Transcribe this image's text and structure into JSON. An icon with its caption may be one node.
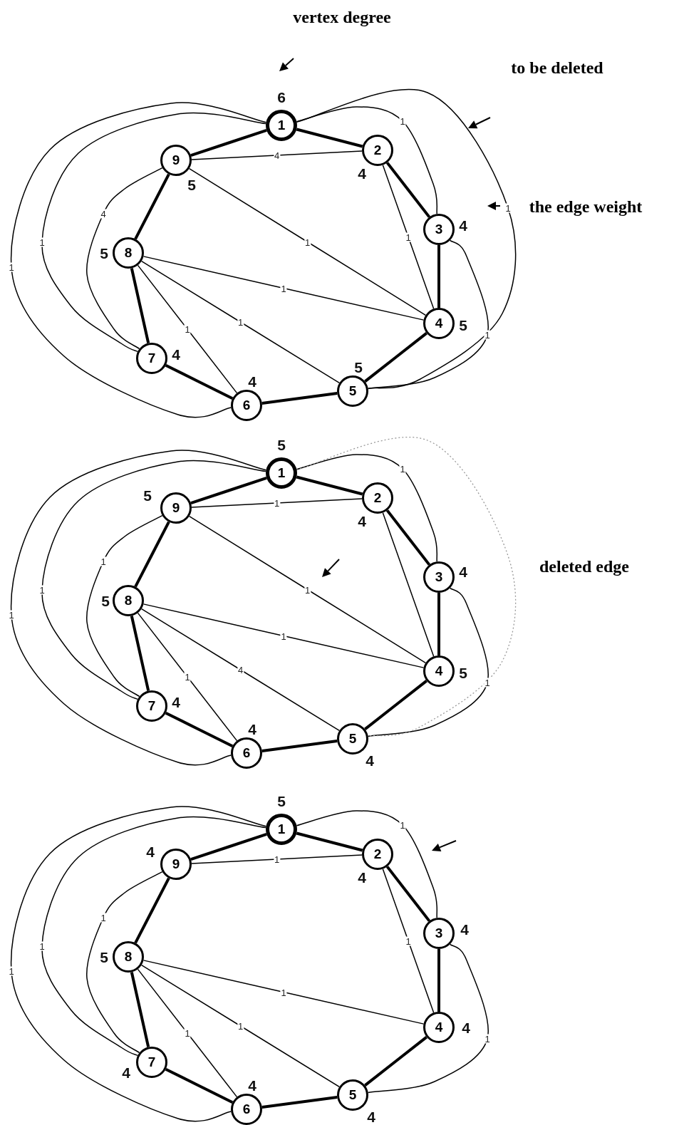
{
  "diagram": {
    "nodes": [
      {
        "text": [
          "1"
        ],
        "beside": [
          "6"
        ]
      },
      {
        "text": [
          "2"
        ],
        "beside": [
          "4"
        ]
      },
      {
        "text": [
          "3"
        ],
        "beside": [
          "4"
        ]
      },
      {
        "text": [
          "4"
        ],
        "beside": [
          "5"
        ]
      },
      {
        "text": [
          "5"
        ],
        "beside": [
          "5"
        ]
      },
      {
        "text": [
          "6"
        ],
        "beside": [
          "4"
        ]
      },
      {
        "text": [
          "7"
        ],
        "beside": [
          "4"
        ]
      },
      {
        "text": [
          "8"
        ],
        "beside": [
          "5"
        ]
      },
      {
        "text": [
          "9"
        ],
        "beside": [
          "5"
        ]
      },
      {
        "text": [
          "1"
        ],
        "beside": [
          "5"
        ]
      },
      {
        "text": [
          "2"
        ],
        "beside": [
          "4"
        ]
      },
      {
        "text": [
          "3"
        ],
        "beside": [
          "4"
        ]
      },
      {
        "text": [
          "4"
        ],
        "beside": [
          "5"
        ]
      },
      {
        "text": [
          "5"
        ],
        "beside": [
          "4"
        ]
      },
      {
        "text": [
          "6"
        ],
        "beside": [
          "4"
        ]
      },
      {
        "text": [
          "7"
        ],
        "beside": [
          "4"
        ]
      },
      {
        "text": [
          "8"
        ],
        "beside": [
          "5"
        ]
      },
      {
        "text": [
          "9"
        ],
        "beside": [
          "5"
        ]
      },
      {
        "text": [
          "1"
        ],
        "beside": [
          "5"
        ]
      },
      {
        "text": [
          "2"
        ],
        "beside": [
          "4"
        ]
      },
      {
        "text": [
          "3"
        ],
        "beside": [
          "4"
        ]
      },
      {
        "text": [
          "4"
        ],
        "beside": [
          "4"
        ]
      },
      {
        "text": [
          "5"
        ],
        "beside": [
          "4"
        ]
      },
      {
        "text": [
          "6"
        ],
        "beside": [
          "4"
        ]
      },
      {
        "text": [
          "7"
        ],
        "beside": [
          "4"
        ]
      },
      {
        "text": [
          "8"
        ],
        "beside": [
          "5"
        ]
      },
      {
        "text": [
          "9"
        ],
        "beside": [
          "4"
        ]
      }
    ],
    "edges": [
      {
        "from": 0,
        "to": 1,
        "arrow": "none",
        "style": "thick"
      },
      {
        "from": 1,
        "to": 2,
        "arrow": "none",
        "style": "thick"
      },
      {
        "from": 2,
        "to": 3,
        "arrow": "none",
        "style": "thick"
      },
      {
        "from": 3,
        "to": 4,
        "arrow": "none",
        "style": "thick"
      },
      {
        "from": 4,
        "to": 5,
        "arrow": "none",
        "style": "thick"
      },
      {
        "from": 5,
        "to": 6,
        "arrow": "none",
        "style": "thick"
      },
      {
        "from": 6,
        "to": 7,
        "arrow": "none",
        "style": "thick"
      },
      {
        "from": 7,
        "to": 8,
        "arrow": "none",
        "style": "thick"
      },
      {
        "from": 8,
        "to": 0,
        "arrow": "none",
        "style": "thick"
      },
      {
        "from": 8,
        "to": 1,
        "arrow": "none",
        "label": "4"
      },
      {
        "from": 1,
        "to": 3,
        "arrow": "none",
        "label": "1"
      },
      {
        "from": 8,
        "to": 3,
        "arrow": "none",
        "label": "1"
      },
      {
        "from": 7,
        "to": 3,
        "arrow": "none",
        "label": "1"
      },
      {
        "from": 7,
        "to": 4,
        "arrow": "none",
        "label": "1"
      },
      {
        "from": 7,
        "to": 5,
        "arrow": "none",
        "label": "1"
      },
      {
        "from": 8,
        "to": 6,
        "arrow": "none",
        "label": "4"
      },
      {
        "from": 0,
        "to": 6,
        "arrow": "none",
        "label": "1"
      },
      {
        "from": 0,
        "to": 5,
        "arrow": "none",
        "label": "1"
      },
      {
        "from": 0,
        "to": 2,
        "arrow": "none",
        "label": "1"
      },
      {
        "from": 2,
        "to": 4,
        "arrow": "none",
        "label": "1"
      },
      {
        "from": 0,
        "to": 4,
        "arrow": "none",
        "label": "1"
      },
      {
        "from": 9,
        "to": 10,
        "arrow": "none",
        "style": "thick"
      },
      {
        "from": 10,
        "to": 11,
        "arrow": "none",
        "style": "thick"
      },
      {
        "from": 11,
        "to": 12,
        "arrow": "none",
        "style": "thick"
      },
      {
        "from": 12,
        "to": 13,
        "arrow": "none",
        "style": "thick"
      },
      {
        "from": 13,
        "to": 14,
        "arrow": "none",
        "style": "thick"
      },
      {
        "from": 14,
        "to": 15,
        "arrow": "none",
        "style": "thick"
      },
      {
        "from": 15,
        "to": 16,
        "arrow": "none",
        "style": "thick"
      },
      {
        "from": 16,
        "to": 17,
        "arrow": "none",
        "style": "thick"
      },
      {
        "from": 17,
        "to": 9,
        "arrow": "none",
        "style": "thick"
      },
      {
        "from": 17,
        "to": 10,
        "arrow": "none",
        "label": "1"
      },
      {
        "from": 10,
        "to": 12,
        "arrow": "none"
      },
      {
        "from": 17,
        "to": 12,
        "arrow": "none",
        "label": "1"
      },
      {
        "from": 16,
        "to": 12,
        "arrow": "none",
        "label": "1"
      },
      {
        "from": 16,
        "to": 13,
        "arrow": "none",
        "label": "4"
      },
      {
        "from": 16,
        "to": 14,
        "arrow": "none",
        "label": "1"
      },
      {
        "from": 17,
        "to": 15,
        "arrow": "none",
        "label": "1"
      },
      {
        "from": 9,
        "to": 15,
        "arrow": "none",
        "label": "1"
      },
      {
        "from": 9,
        "to": 14,
        "arrow": "none",
        "label": "1"
      },
      {
        "from": 9,
        "to": 11,
        "arrow": "none",
        "label": "1"
      },
      {
        "from": 11,
        "to": 13,
        "arrow": "none",
        "label": "1"
      },
      {
        "from": 9,
        "to": 13,
        "arrow": "none",
        "style": "dashed",
        "color": "#999999"
      },
      {
        "from": 18,
        "to": 19,
        "arrow": "none",
        "style": "thick"
      },
      {
        "from": 19,
        "to": 20,
        "arrow": "none",
        "style": "thick"
      },
      {
        "from": 20,
        "to": 21,
        "arrow": "none",
        "style": "thick"
      },
      {
        "from": 21,
        "to": 22,
        "arrow": "none",
        "style": "thick"
      },
      {
        "from": 22,
        "to": 23,
        "arrow": "none",
        "style": "thick"
      },
      {
        "from": 23,
        "to": 24,
        "arrow": "none",
        "style": "thick"
      },
      {
        "from": 24,
        "to": 25,
        "arrow": "none",
        "style": "thick"
      },
      {
        "from": 25,
        "to": 26,
        "arrow": "none",
        "style": "thick"
      },
      {
        "from": 26,
        "to": 18,
        "arrow": "none",
        "style": "thick"
      },
      {
        "from": 26,
        "to": 19,
        "arrow": "none",
        "label": "1"
      },
      {
        "from": 19,
        "to": 21,
        "arrow": "none",
        "label": "1"
      },
      {
        "from": 25,
        "to": 21,
        "arrow": "none",
        "label": "1"
      },
      {
        "from": 25,
        "to": 22,
        "arrow": "none",
        "label": "1"
      },
      {
        "from": 25,
        "to": 23,
        "arrow": "none",
        "label": "1"
      },
      {
        "from": 26,
        "to": 24,
        "arrow": "none",
        "label": "1"
      },
      {
        "from": 18,
        "to": 24,
        "arrow": "none",
        "label": "1"
      },
      {
        "from": 18,
        "to": 23,
        "arrow": "none",
        "label": "1"
      },
      {
        "from": 18,
        "to": 20,
        "arrow": "none",
        "label": "1"
      },
      {
        "from": 20,
        "to": 22,
        "arrow": "none",
        "label": "1"
      }
    ],
    "labels": [
      "vertex degree",
      "to be deleted",
      "the edge weight",
      "deleted edge"
    ]
  }
}
